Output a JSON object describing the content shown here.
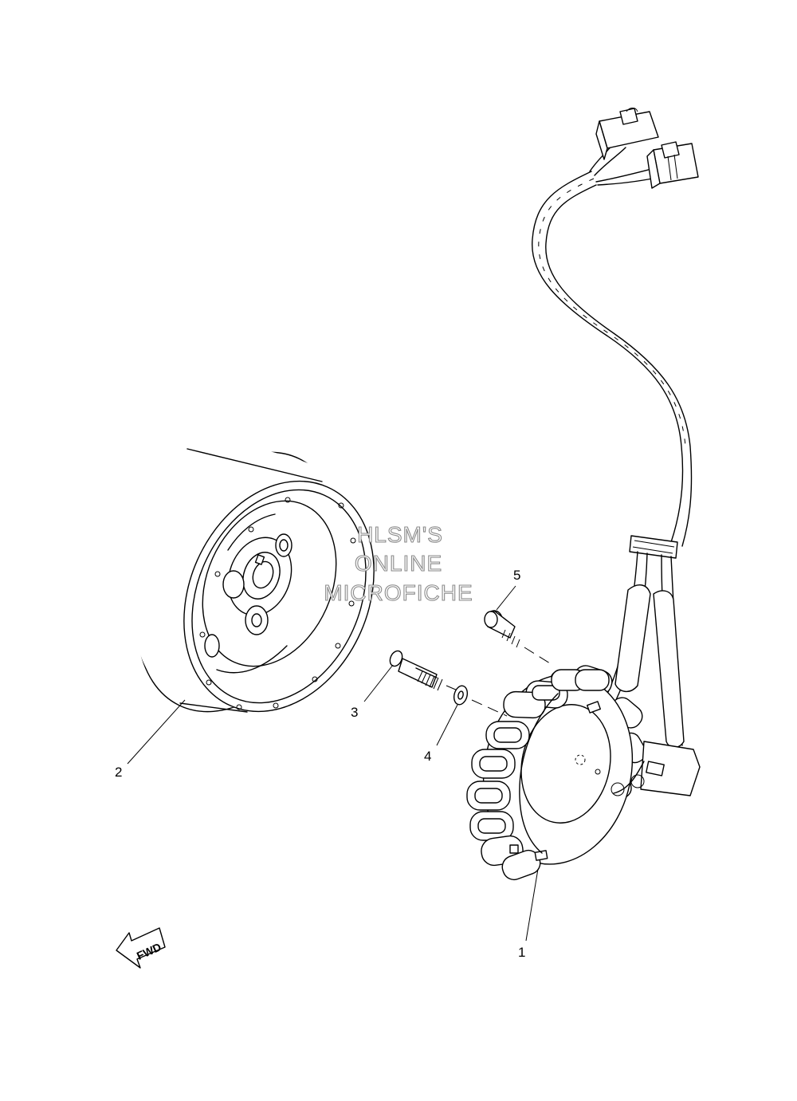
{
  "watermark": {
    "line1": "HLSM'S",
    "line2": "ONLINE",
    "line3": "MICROFICHE"
  },
  "callouts": {
    "stator": "1",
    "rotor": "2",
    "bolt": "3",
    "washer": "4",
    "screw": "5"
  },
  "fwd_label": "FWD"
}
